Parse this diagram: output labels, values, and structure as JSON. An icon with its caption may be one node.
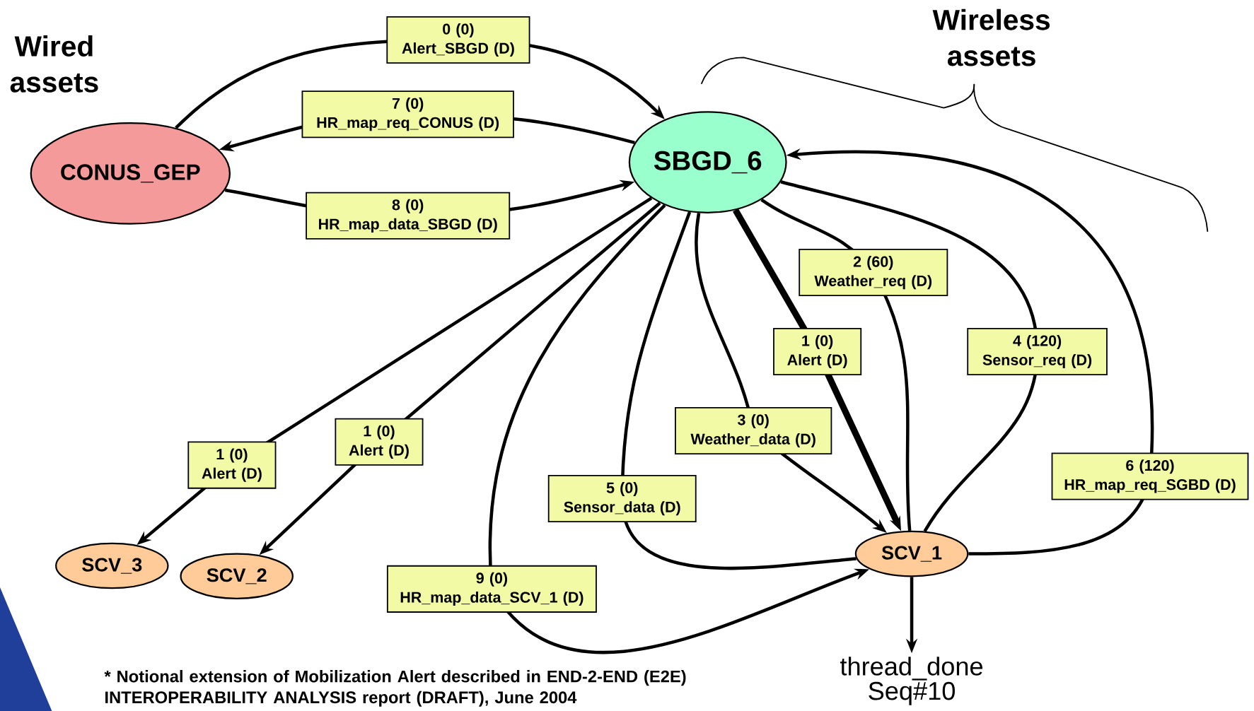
{
  "diagram": {
    "nodes": [
      {
        "text": [
          "CONUS_GEP"
        ]
      },
      {
        "text": [
          "SBGD_6"
        ]
      },
      {
        "text": [
          "SCV_3"
        ]
      },
      {
        "text": [
          "SCV_2"
        ]
      },
      {
        "text": [
          "SCV_1"
        ]
      },
      {
        "text": [
          "thread_done Seq#10"
        ]
      }
    ],
    "edges": [
      {
        "from": 0,
        "to": 1,
        "arrow": "to",
        "label": "0 (0) Alert_SBGD (D)"
      },
      {
        "from": 1,
        "to": 0,
        "arrow": "to",
        "label": "7 (0) HR_map_req_CONUS (D)"
      },
      {
        "from": 0,
        "to": 1,
        "arrow": "to",
        "label": "8 (0) HR_map_data_SBGD (D)"
      },
      {
        "from": 1,
        "to": 2,
        "arrow": "to",
        "label": "1 (0) Alert (D)"
      },
      {
        "from": 1,
        "to": 3,
        "arrow": "to",
        "label": "1 (0) Alert (D)"
      },
      {
        "from": 1,
        "to": 4,
        "arrow": "none",
        "label": "2 (60) Weather_req (D)"
      },
      {
        "from": 1,
        "to": 4,
        "arrow": "to",
        "label": "1 (0) Alert (D)",
        "style": "thick"
      },
      {
        "from": 1,
        "to": 4,
        "arrow": "to",
        "label": "3 (0) Weather_data (D)"
      },
      {
        "from": 1,
        "to": 4,
        "arrow": "none",
        "label": "4 (120) Sensor_req (D)"
      },
      {
        "from": 1,
        "to": 4,
        "arrow": "none",
        "label": "5 (0) Sensor_data (D)"
      },
      {
        "from": 4,
        "to": 1,
        "arrow": "to",
        "label": "6 (120) HR_map_req_SGBD (D)"
      },
      {
        "from": 1,
        "to": 4,
        "arrow": "to",
        "label": "9 (0) HR_map_data_SCV_1 (D)"
      },
      {
        "from": 4,
        "to": 5,
        "arrow": "to"
      }
    ],
    "labels": [
      "Wired assets",
      "Wireless assets",
      "* Notional extension of Mobilization Alert described in END-2-END (E2E) INTEROPERABILITY ANALYSIS report (DRAFT), June 2004"
    ]
  }
}
